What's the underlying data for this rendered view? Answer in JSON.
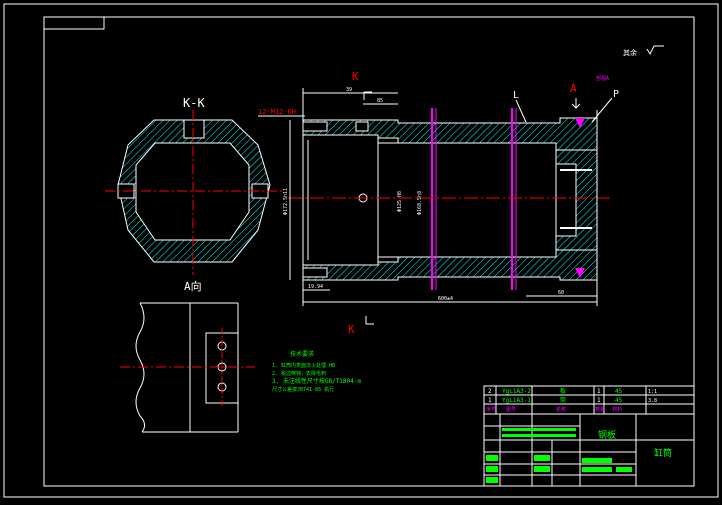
{
  "colors": {
    "background": "#000000",
    "border": "#ffffff",
    "hatch": "#00ffff",
    "centerline": "#ff0000",
    "dimension": "#ffffff",
    "pin": "#ff00ff",
    "notes": "#00ff00",
    "title_block": "#00ff00",
    "label": "#ffffff"
  },
  "drawing": {
    "roughness_note": "其余",
    "section_label": "K-K",
    "view_a_label": "A向",
    "cut_k_top": "K",
    "cut_k_bottom": "K",
    "arrow_a": "A",
    "leader_l": "L",
    "leader_p": "P",
    "leader_small": "剖视A"
  },
  "dimensions": {
    "thread": "12-M12-6H",
    "dim_top_1": "39",
    "dim_top_2": "85",
    "dim_outer_dia": "Φ172.5h11",
    "dim_inner_1": "Φ125 H8",
    "dim_inner_2": "Φ168.5h8",
    "dim_bottom_small": "19.94",
    "dim_total_length": "600±4",
    "dim_right": "60"
  },
  "notes": {
    "title": "技术要求",
    "lines": [
      "1. 缸筒内表面淬火处理 HB",
      "2. 锐边倒钝，去除毛刺",
      "3. 未注线性尺寸按GB/T1804-m",
      "   尺寸公差按JB741-86 执行"
    ]
  },
  "title_block": {
    "parts": [
      {
        "no": "2",
        "code": "YgL1A3-2",
        "name": "板",
        "qty": "1",
        "material": "45"
      },
      {
        "no": "1",
        "code": "YgL1A3-1",
        "name": "筒",
        "qty": "1",
        "material": "45"
      }
    ],
    "header": [
      "序号",
      "图号",
      "名称",
      "数量",
      "材料"
    ],
    "material": "钢板",
    "drawing_name": "缸筒",
    "scale": "1:1",
    "weight": "3.8"
  }
}
